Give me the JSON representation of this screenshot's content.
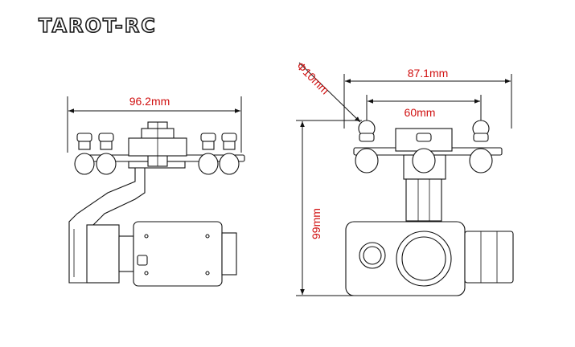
{
  "brand": {
    "logo_text": "TAROT-RC"
  },
  "dimensions": {
    "side_width": "96.2mm",
    "front_width": "87.1mm",
    "mount_spacing": "60mm",
    "damper_diameter": "Φ10mm",
    "height": "99mm"
  },
  "colors": {
    "dimension_text": "#d01010",
    "drawing": "#111111",
    "background": "#ffffff"
  }
}
